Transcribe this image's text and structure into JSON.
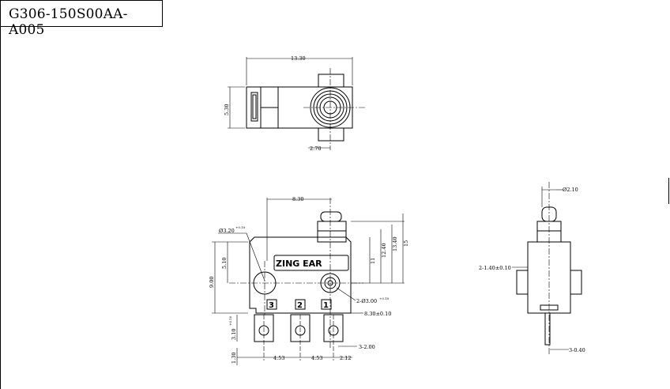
{
  "part_number": "G306-150S00AA-A005",
  "brand_label": "ZING EAR",
  "terminal_labels": [
    "3",
    "2",
    "1"
  ],
  "top_view": {
    "dim_length": "13.30",
    "dim_height": "5.30",
    "dim_actuator_offset": "2.70"
  },
  "front_view": {
    "dim_actuator_pos": "8.30",
    "dim_hole_dia": "Ø3.20",
    "dim_hole_dia_tol": "+0.10",
    "dim_height_top": "5.10",
    "dim_height_total": "9.00",
    "dim_vert_1": "11",
    "dim_vert_2": "12.40",
    "dim_vert_3": "13.40",
    "dim_vert_4": "15",
    "dim_small_hole": "2-Ø3.00",
    "dim_small_hole_tol": "+0.10",
    "dim_hole_pos": "8.30±0.10",
    "dim_terminal_len": "3.10",
    "dim_terminal_len_tol": "+0.10",
    "dim_pitch_1": "4.53",
    "dim_pitch_2": "4.53",
    "dim_edge": "2.12",
    "dim_terminal_width": "3-2.00",
    "dim_bottom": "1.30"
  },
  "side_view": {
    "dim_plunger": "Ø2.10",
    "dim_boss": "2-1.40±0.10",
    "dim_terminal_thk": "3-0.40"
  }
}
